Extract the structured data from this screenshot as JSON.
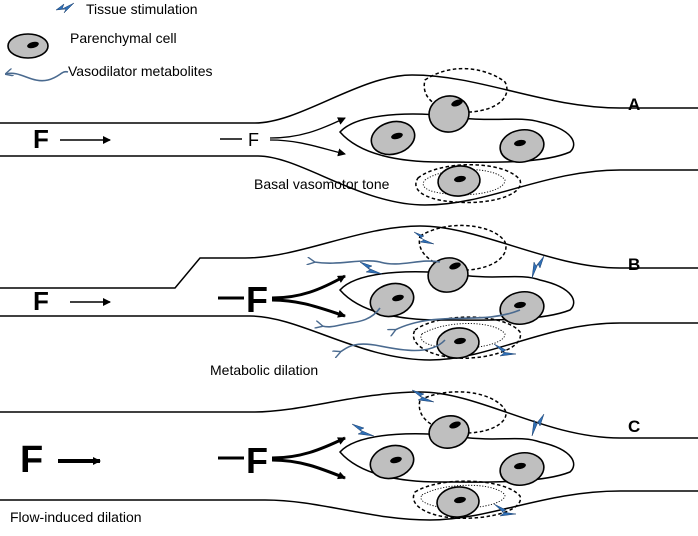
{
  "legend": {
    "tissue_stimulation": "Tissue stimulation",
    "parenchymal_cell": "Parenchymal cell",
    "vasodilator_metabolites": "Vasodilator metabolites"
  },
  "panels": [
    {
      "letter": "A",
      "caption": "Basal vasomotor tone",
      "flow_in": "F",
      "flow_out": "F"
    },
    {
      "letter": "B",
      "caption": "Metabolic dilation",
      "flow_in": "F",
      "flow_out": "F"
    },
    {
      "letter": "C",
      "caption": "Flow-induced dilation",
      "flow_in": "F",
      "flow_out": "F"
    }
  ],
  "colors": {
    "cell_fill": "#bfbfbf",
    "metabolite_stroke": "#4a6a8f",
    "stimulation_bolt": "#2f6fb5"
  }
}
